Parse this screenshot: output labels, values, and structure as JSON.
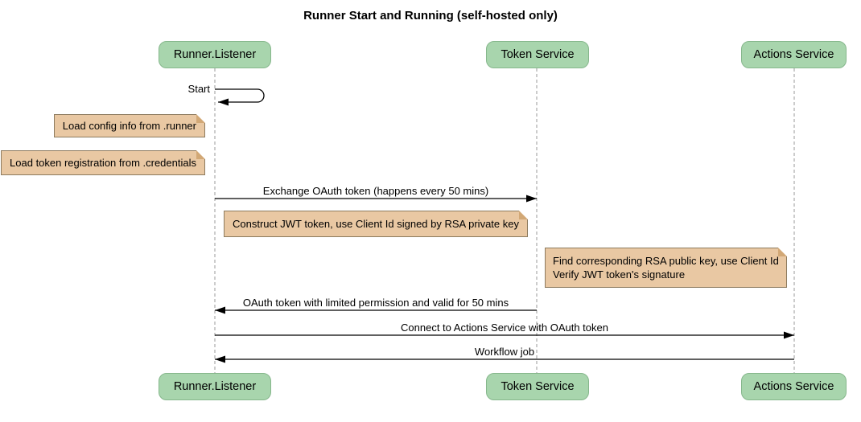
{
  "diagram": {
    "type": "sequence-diagram",
    "title": "Runner Start and Running (self-hosted only)"
  },
  "participants": [
    {
      "name": "Runner.Listener"
    },
    {
      "name": "Token Service"
    },
    {
      "name": "Actions Service"
    }
  ],
  "messages": [
    {
      "label": "Start",
      "from": "Runner.Listener",
      "to": "Runner.Listener",
      "kind": "self"
    },
    {
      "label": "Exchange OAuth token (happens every 50 mins)",
      "from": "Runner.Listener",
      "to": "Token Service",
      "kind": "solid-arrow"
    },
    {
      "label": "OAuth token with limited permission and valid for 50 mins",
      "from": "Token Service",
      "to": "Runner.Listener",
      "kind": "solid-arrow"
    },
    {
      "label": "Connect to Actions Service with OAuth token",
      "from": "Runner.Listener",
      "to": "Actions Service",
      "kind": "solid-arrow"
    },
    {
      "label": "Workflow job",
      "from": "Actions Service",
      "to": "Runner.Listener",
      "kind": "solid-arrow"
    }
  ],
  "notes": [
    {
      "lines": [
        "Load config info from .runner"
      ],
      "position": "left of Runner.Listener"
    },
    {
      "lines": [
        "Load token registration from .credentials"
      ],
      "position": "left of Runner.Listener"
    },
    {
      "lines": [
        "Construct JWT token, use Client Id signed by RSA private key"
      ],
      "position": "over Runner.Listener to Token Service"
    },
    {
      "lines": [
        "Find corresponding RSA public key, use Client Id",
        "Verify JWT token's signature"
      ],
      "position": "over Token Service to Actions Service"
    }
  ],
  "colors": {
    "background": "#ffffff",
    "participant_fill": "#a8d5ad",
    "participant_border": "#86b78c",
    "note_fill": "#e9c8a3",
    "note_border": "#8c7a5e",
    "note_fold": "#d2a876",
    "lifeline": "#999999",
    "arrow": "#000000"
  }
}
